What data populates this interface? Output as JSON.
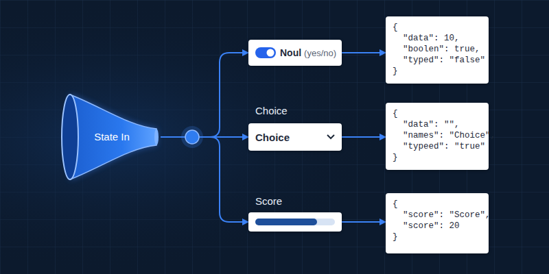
{
  "diagram": {
    "nodes": [
      {
        "text": [
          "State In"
        ]
      },
      {
        "text": [
          "Noul",
          "(yes/no)"
        ]
      },
      {
        "text": [
          "Choice",
          "Choice"
        ]
      },
      {
        "text": [
          "Score"
        ]
      },
      {
        "text": [
          "{",
          "\"data\": 10,",
          "\"boolen\": true,",
          "\"typed\": \"false\"",
          "}"
        ]
      },
      {
        "text": [
          "{",
          "\"data\": \"\",",
          "\"names\": \"Choice\",",
          "\"typeed\": \"true\"",
          "}"
        ]
      },
      {
        "text": [
          "{",
          "\"score\": \"Score\",",
          "\"score\": 20",
          "}"
        ]
      }
    ],
    "edges": [
      {
        "from": 0,
        "to": 1,
        "arrow": "to"
      },
      {
        "from": 0,
        "to": 2,
        "arrow": "to"
      },
      {
        "from": 0,
        "to": 3,
        "arrow": "to"
      },
      {
        "from": 1,
        "to": 4,
        "arrow": "to"
      },
      {
        "from": 2,
        "to": 5,
        "arrow": "to"
      },
      {
        "from": 3,
        "to": 6,
        "arrow": "to"
      }
    ]
  }
}
